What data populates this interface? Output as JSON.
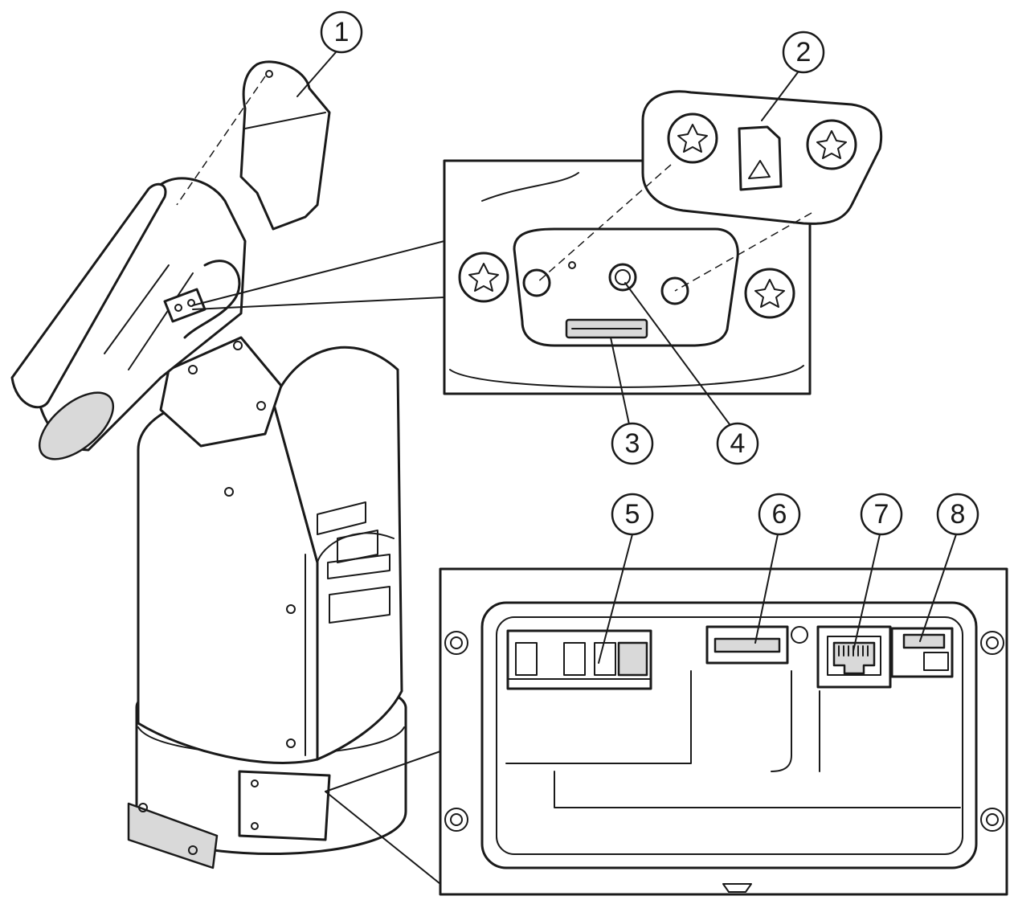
{
  "callouts": [
    {
      "label": "1"
    },
    {
      "label": "2"
    },
    {
      "label": "3"
    },
    {
      "label": "4"
    },
    {
      "label": "5"
    },
    {
      "label": "6"
    },
    {
      "label": "7"
    },
    {
      "label": "8"
    }
  ],
  "colors": {
    "line": "#1a1a1a",
    "fill": "#ffffff",
    "shade": "#d9d9d9"
  }
}
